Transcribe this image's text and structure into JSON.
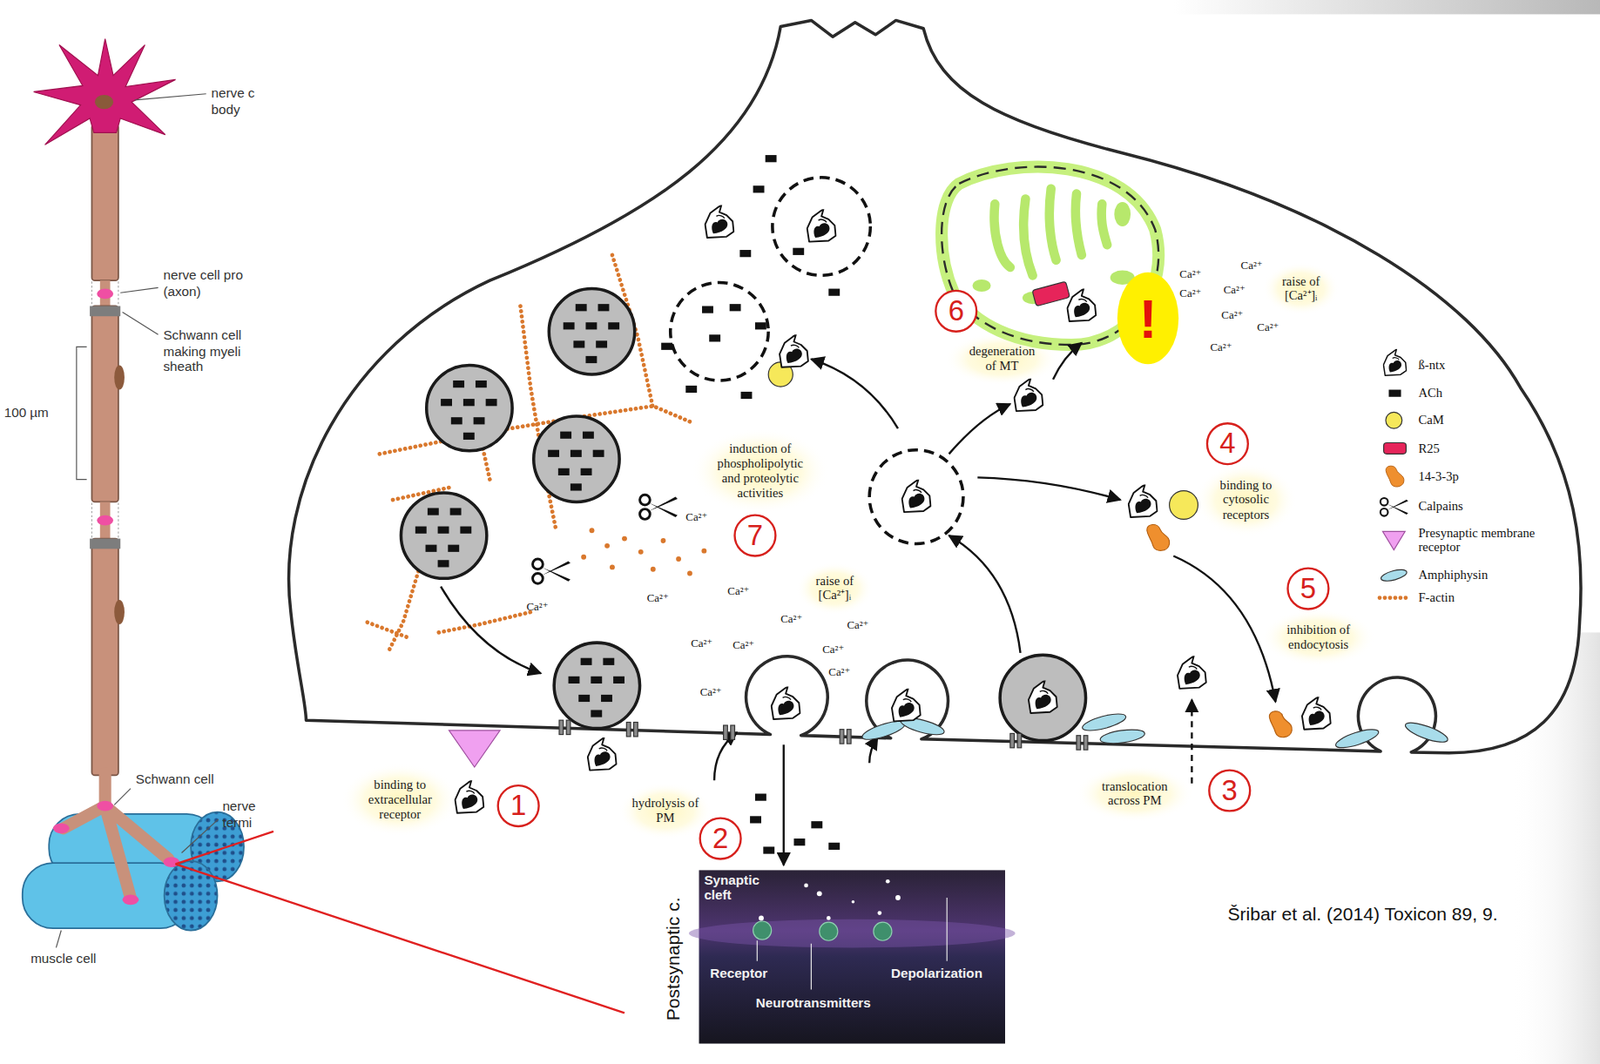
{
  "diagram": {
    "labels": [
      "nerve c body",
      "nerve cell pro (axon)",
      "Schwann cell making myeli sheath",
      "100 µm",
      "Schwann cell",
      "nerve termi",
      "muscle cell",
      "binding to extracellular receptor",
      "1",
      "hydrolysis of PM",
      "2",
      "translocation across PM",
      "3",
      "binding to cytosolic receptors",
      "4",
      "inhibition of endocytosis",
      "5",
      "degeneration of MT",
      "6",
      "!",
      "raise of [Ca²⁺]ᵢ",
      "induction of phospholipolytic and proteolytic activities",
      "7",
      "raise of [Ca²⁺]ᵢ",
      "Ca²⁺",
      "Ca²⁺",
      "Ca²⁺",
      "Ca²⁺",
      "Ca²⁺",
      "Ca²⁺",
      "Ca²⁺",
      "Ca²⁺",
      "Ca²⁺",
      "Ca²⁺",
      "Ca²⁺",
      "Ca²⁺",
      "Ca²⁺",
      "Ca²⁺",
      "Ca²⁺",
      "Ca²⁺",
      "Ca²⁺",
      "Ca²⁺",
      "Synaptic cleft",
      "Receptor",
      "Neurotransmitters",
      "Depolarization",
      "Postsynaptic c.",
      "Šribar et al. (2014) Toxicon 89, 9."
    ],
    "legend": [
      {
        "text": "ß-ntx"
      },
      {
        "text": "ACh"
      },
      {
        "text": "CaM",
        "color": "#f6e85a"
      },
      {
        "text": "R25",
        "color": "#e6245a"
      },
      {
        "text": "14-3-3p",
        "color": "#ef8f2e"
      },
      {
        "text": "Calpains"
      },
      {
        "text": "Presynaptic membrane receptor",
        "color": "#f0a0f0"
      },
      {
        "text": "Amphiphysin",
        "color": "#a8dcea"
      },
      {
        "text": "F-actin"
      }
    ]
  }
}
